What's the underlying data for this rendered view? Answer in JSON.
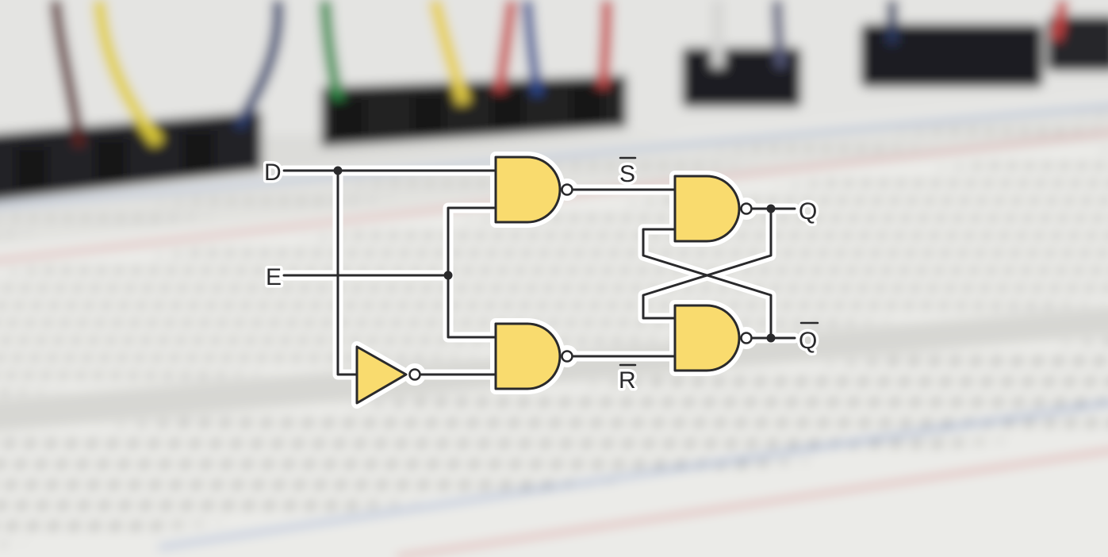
{
  "diagram": {
    "inputs": {
      "d": "D",
      "e": "E"
    },
    "outputs": {
      "q": "Q",
      "q_bar": "Q"
    },
    "internal_signals": {
      "s_bar": "S",
      "r_bar": "R"
    },
    "gate_fill": "#f9db6e",
    "wire_color": "#2a2a2c"
  },
  "background": {
    "description_colors": {
      "board": "#e9e9e6",
      "rail_red": "#d98b8b",
      "rail_blue": "#8fa9d4",
      "header": "#1e1f22"
    }
  }
}
